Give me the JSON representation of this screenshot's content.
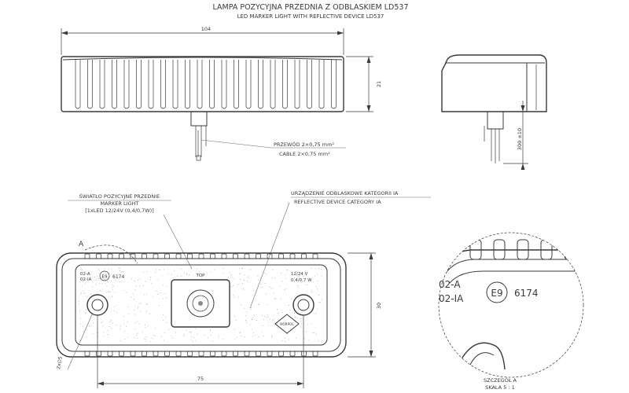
{
  "title": {
    "pl": "LAMPA POZYCYJNA PRZEDNIA Z ODBLASKIEM LD537",
    "en": "LED MARKER LIGHT WITH REFLECTIVE DEVICE LD537"
  },
  "dimensions": {
    "length": "104",
    "height": "21",
    "cable_length": "300 ±10",
    "bottom_length": "75",
    "bottom_height": "30",
    "hole": "2x∅5"
  },
  "cable_note": {
    "pl": "PRZEWÓD 2×0,75 mm²",
    "en": "CABLE 2×0,75 mm²"
  },
  "marker_note": {
    "line1": "ŚWIATŁO POZYCYJNE PRZEDNIE",
    "line2": "MARKER LIGHT",
    "line3": "[1xLED 12/24V (0,4/0,7W)]"
  },
  "reflex_note": {
    "pl": "URZĄDZENIE ODBLASKOWE KATEGORII IA",
    "en": "REFLECTIVE DEVICE CATEGORY IA"
  },
  "lamp_markings": {
    "code1": "02-A",
    "code2": "02-IA",
    "approval_mark": "E9",
    "approval_number": "6174",
    "top": "TOP",
    "voltage": "12/24 V",
    "power": "0,4/0,7 W",
    "brand": "HORPOL"
  },
  "detail_label": "A",
  "detail_view": {
    "title": "SZCZEGÓŁ A",
    "scale": "SKALA 5 : 1"
  }
}
